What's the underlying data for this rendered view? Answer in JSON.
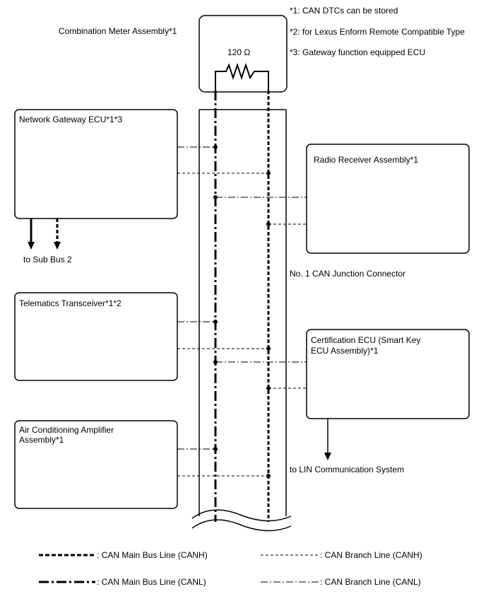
{
  "notes": {
    "n1": "*1: CAN DTCs can be stored",
    "n2": "*2: for Lexus Enform Remote Compatible Type",
    "n3": "*3: Gateway function equipped ECU"
  },
  "ecus": {
    "combination_meter": "Combination Meter Assembly*1",
    "resistor": "120 Ω",
    "network_gateway": "Network Gateway ECU*1*3",
    "radio_receiver": "Radio Receiver Assembly*1",
    "telematics": "Telematics Transceiver*1*2",
    "certification_line1": "Certification ECU (Smart Key",
    "certification_line2": "ECU Assembly)*1",
    "air_conditioning_line1": "Air Conditioning Amplifier",
    "air_conditioning_line2": "Assembly*1"
  },
  "labels": {
    "sub_bus": "to Sub Bus 2",
    "junction": "No. 1 CAN Junction Connector",
    "lin": "to LIN Communication System"
  },
  "legend": {
    "canh_main": ": CAN Main Bus Line (CANH)",
    "canl_main": ": CAN Main Bus Line (CANL)",
    "canh_branch": ": CAN Branch Line (CANH)",
    "canl_branch": ": CAN Branch Line (CANL)"
  },
  "colors": {
    "line": "#000000",
    "background": "#ffffff"
  }
}
